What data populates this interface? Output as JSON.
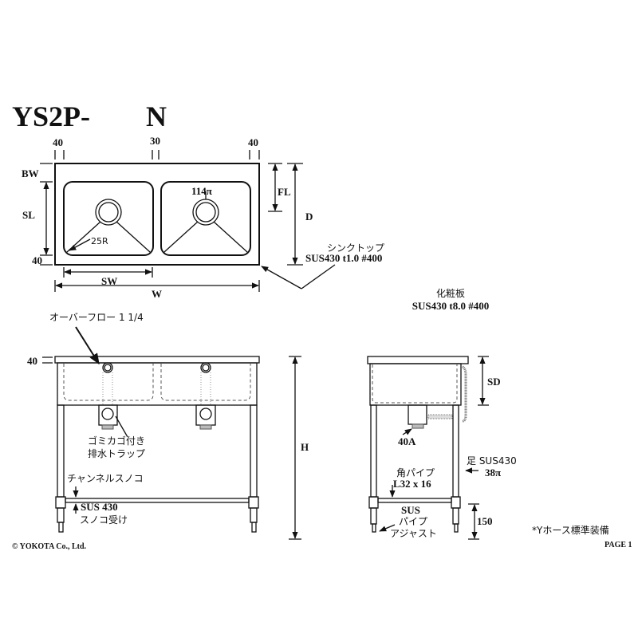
{
  "title": {
    "model": "YS2P-",
    "suffix": "N"
  },
  "top_view": {
    "dim_40_left": "40",
    "dim_30": "30",
    "dim_40_right": "40",
    "bw": "BW",
    "sl": "SL",
    "dim_40_bottom": "40",
    "sw": "SW",
    "w": "W",
    "fl": "FL",
    "d": "D",
    "drain": "114π",
    "corner_radius": "25R"
  },
  "sink_top": {
    "label": "シンクトップ",
    "spec": "SUS430 t1.0 #400"
  },
  "front_panel": {
    "label": "化粧板",
    "spec": "SUS430 t8.0 #400"
  },
  "front_view": {
    "overflow": "オーバーフロー 1 1/4",
    "dim_40": "40",
    "h": "H",
    "trap_line1": "ゴミカゴ付き",
    "trap_line2": "排水トラップ",
    "channel": "チャンネルスノコ",
    "support_line1": "SUS 430",
    "support_line2": "スノコ受け"
  },
  "side_view": {
    "sd": "SD",
    "drain_size": "40A",
    "leg_line1": "足 SUS430",
    "leg_line2": "38π",
    "pipe_line1": "角パイプ",
    "pipe_line2": "L32 x 16",
    "adjust_line1": "SUS",
    "adjust_line2": "パイプ",
    "adjust_line3": "アジャスト",
    "dim_150": "150"
  },
  "note": "*Yホース標準装備",
  "copyright": "© YOKOTA Co., Ltd.",
  "page": "PAGE 1"
}
